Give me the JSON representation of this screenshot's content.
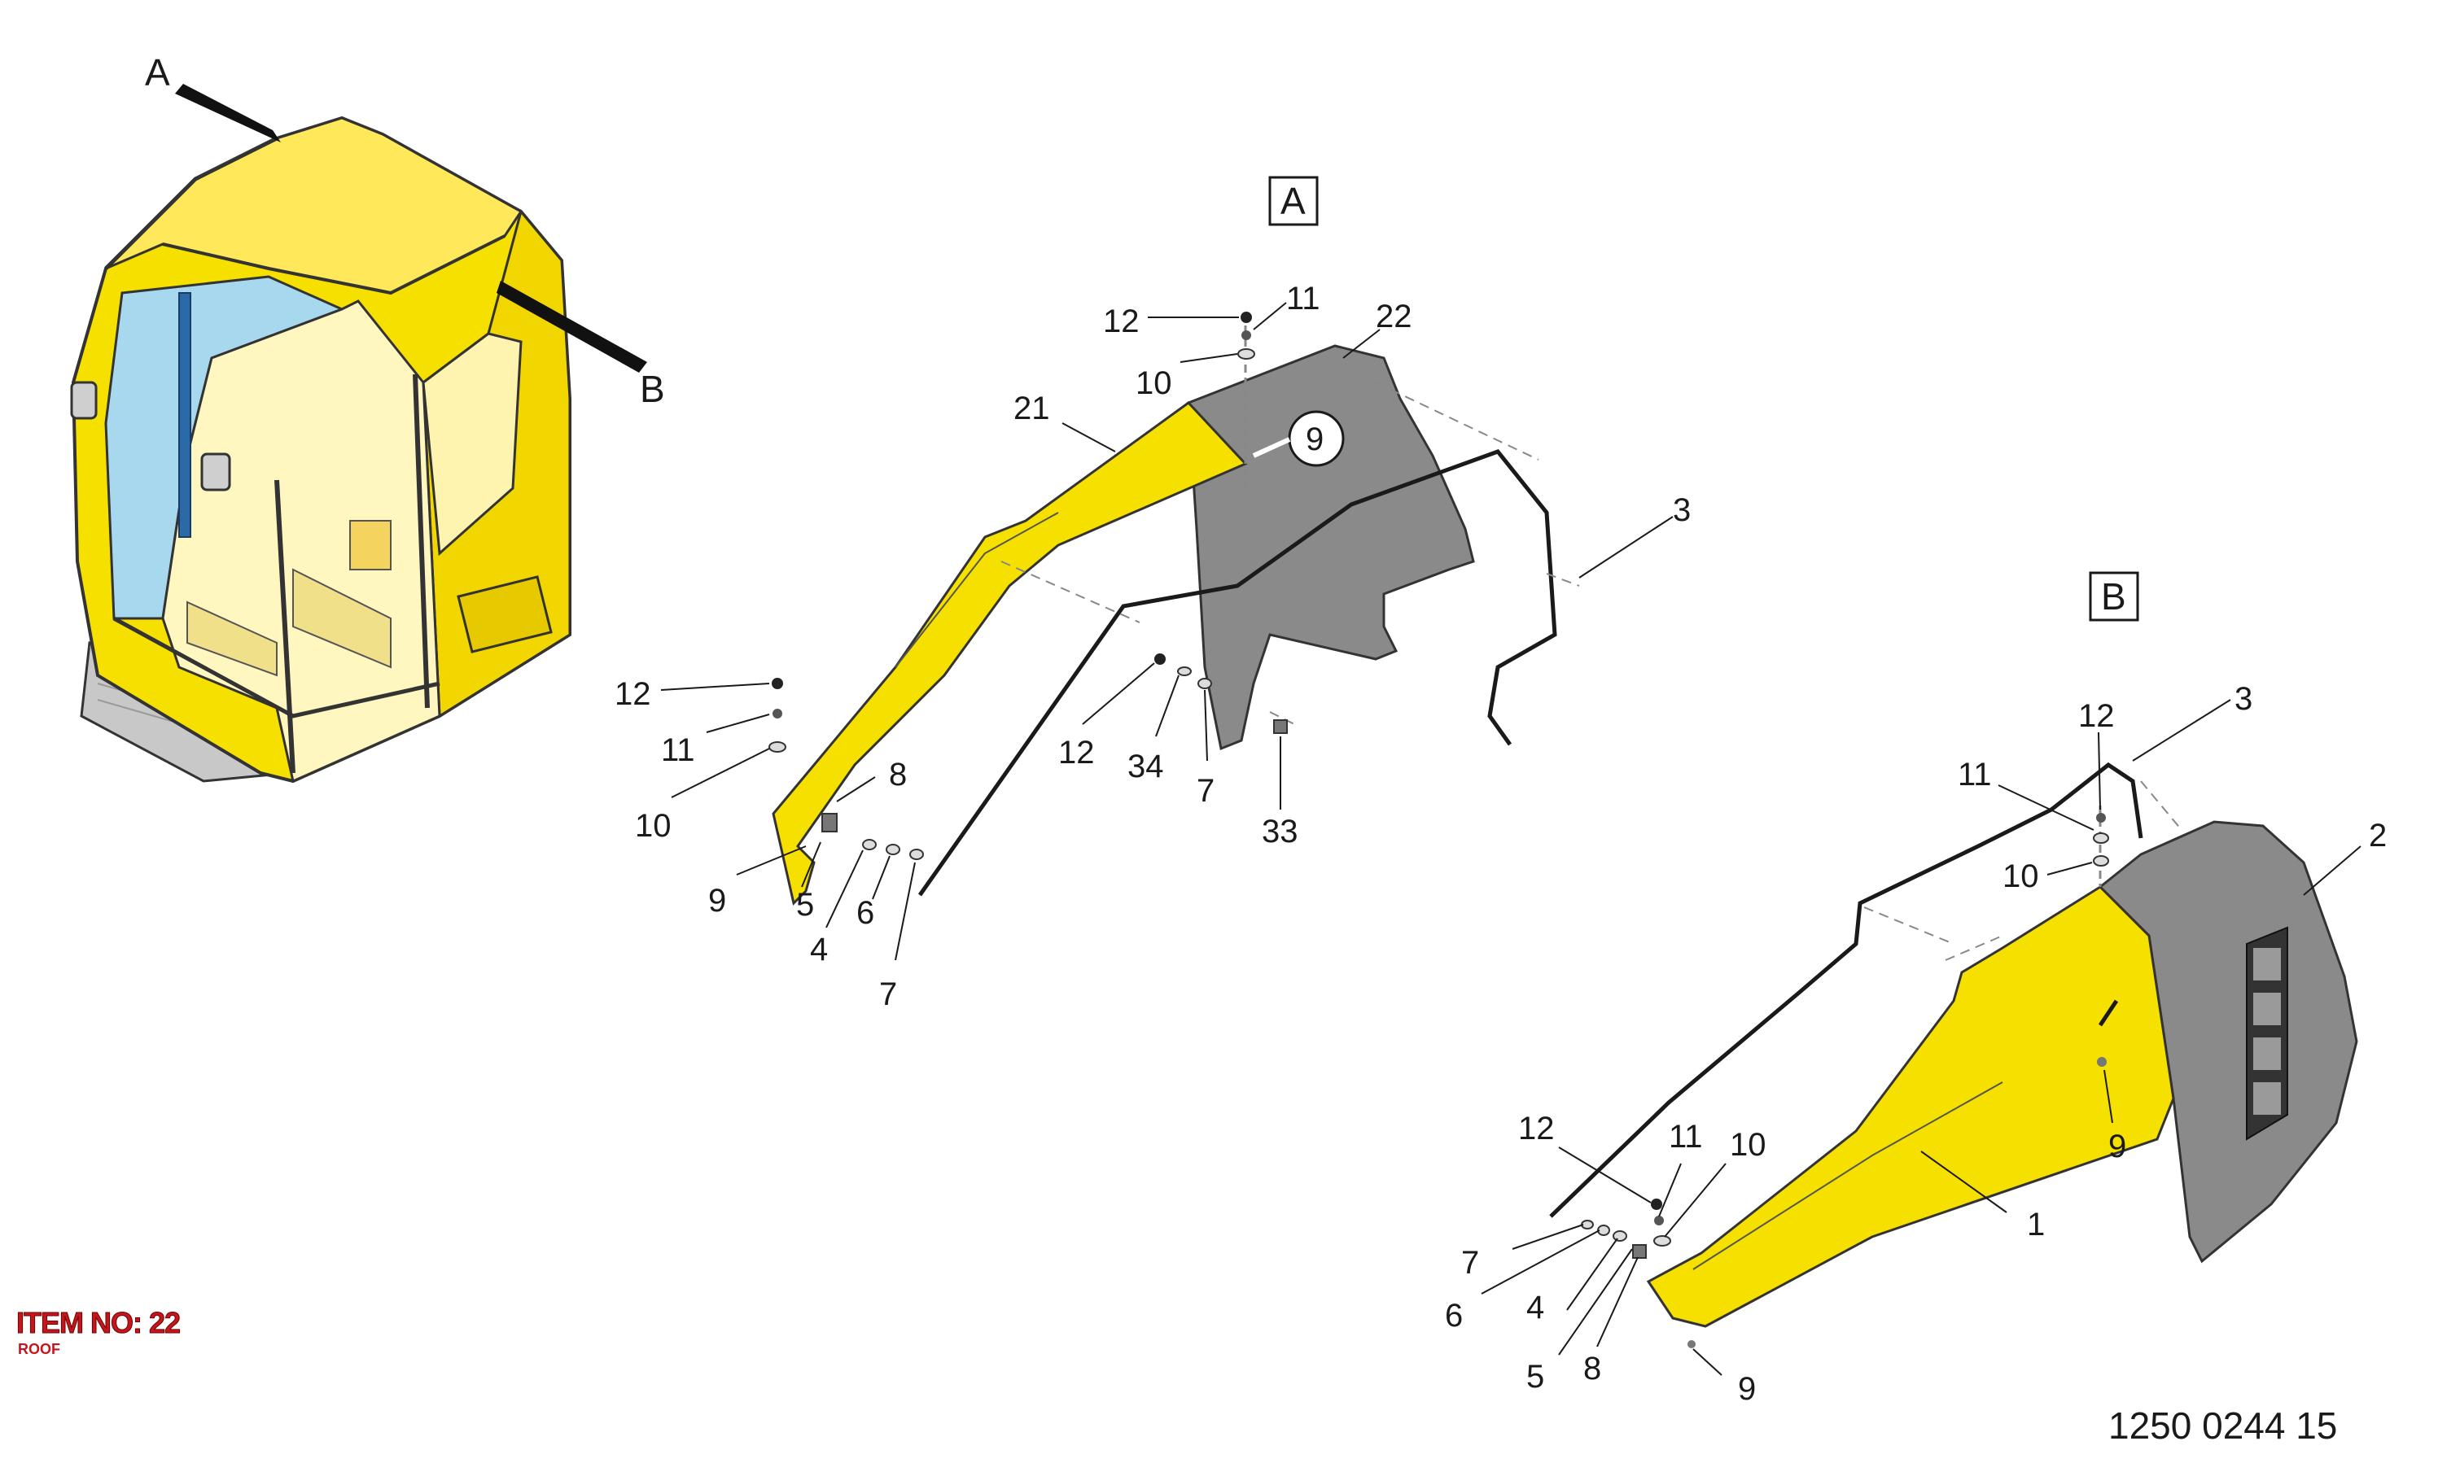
{
  "colors": {
    "cab_yellow": "#f6e000",
    "panel_gray": "#8a8a8a",
    "glass_blue": "#a8d8ee",
    "item_red": "#c4161c",
    "line": "#1a1a1a"
  },
  "view_markers": {
    "a": "A",
    "b": "B"
  },
  "view_titles": {
    "a": "A",
    "b": "B"
  },
  "view_a_callouts": {
    "c12_top": "12",
    "c11_top": "11",
    "c22": "22",
    "c10_top": "10",
    "c21": "21",
    "c9_circle": "9",
    "c3": "3",
    "c12_left": "12",
    "c11_left": "11",
    "c10_left": "10",
    "c9_left": "9",
    "c8": "8",
    "c5": "5",
    "c4": "4",
    "c6": "6",
    "c7_bottom": "7",
    "c12_mid": "12",
    "c34": "34",
    "c7_mid": "7",
    "c33": "33"
  },
  "view_b_callouts": {
    "c3": "3",
    "c12_top": "12",
    "c11_top": "11",
    "c2": "2",
    "c10_top": "10",
    "c9_right": "9",
    "c12_low": "12",
    "c11_low": "11",
    "c10_low": "10",
    "c1": "1",
    "c7": "7",
    "c6": "6",
    "c4": "4",
    "c5": "5",
    "c8": "8",
    "c9_bottom": "9"
  },
  "item": {
    "number_label": "ITEM NO: 22",
    "name": "ROOF"
  },
  "document_number": "1250 0244 15"
}
